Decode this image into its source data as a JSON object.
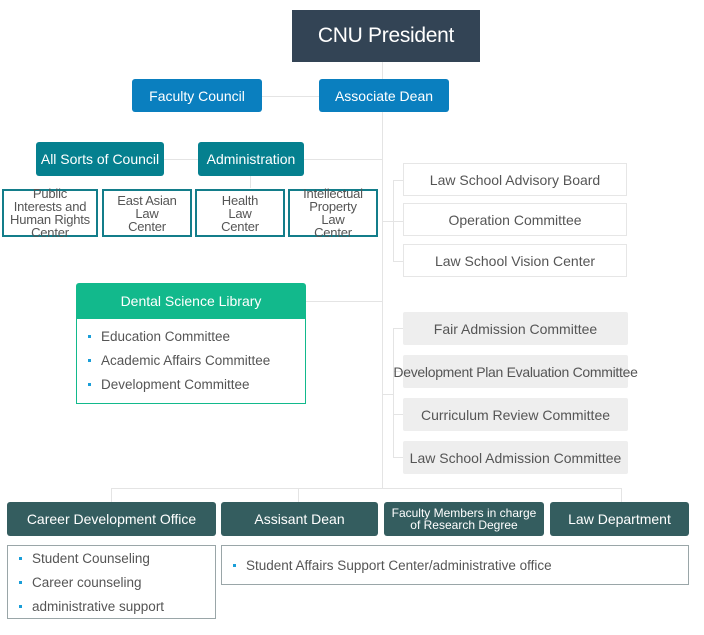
{
  "org_chart": {
    "president": "CNU President",
    "faculty_council": "Faculty Council",
    "associate_dean": "Associate Dean",
    "all_sorts_of_council": "All Sorts of Council",
    "administration": "Administration",
    "centers": [
      "Public Interests and Human Rights Center",
      "East Asian Law Center",
      "Health Law Center",
      "Intellectual Property Law Center"
    ],
    "advisory_group": [
      "Law School Advisory Board",
      "Operation Committee",
      "Law School Vision Center"
    ],
    "library": {
      "title": "Dental Science Library",
      "items": [
        "Education Committee",
        "Academic Affairs Committee",
        "Development Committee"
      ]
    },
    "committees": [
      "Fair Admission Committee",
      "Development Plan Evaluation Committee",
      "Curriculum Review Committee",
      "Law School Admission Committee"
    ],
    "bottom_units": {
      "career_office": {
        "title": "Career Development Office",
        "items": [
          "Student Counseling",
          "Career counseling",
          "administrative support"
        ]
      },
      "assistant_dean": {
        "title": "Assisant Dean",
        "items": [
          "Student Affairs Support Center/administrative office"
        ]
      },
      "faculty_research": {
        "title_line1": "Faculty Members in charge",
        "title_line2": "of Research Degree"
      },
      "law_department": {
        "title": "Law Department"
      }
    },
    "colors": {
      "president": "#334455",
      "blue": "#0a7fbf",
      "teal": "#05808f",
      "green": "#12b98c",
      "dark_teal": "#345d5f",
      "gray_fill": "#eeeeee",
      "bullet": "#1a9ed8"
    }
  }
}
